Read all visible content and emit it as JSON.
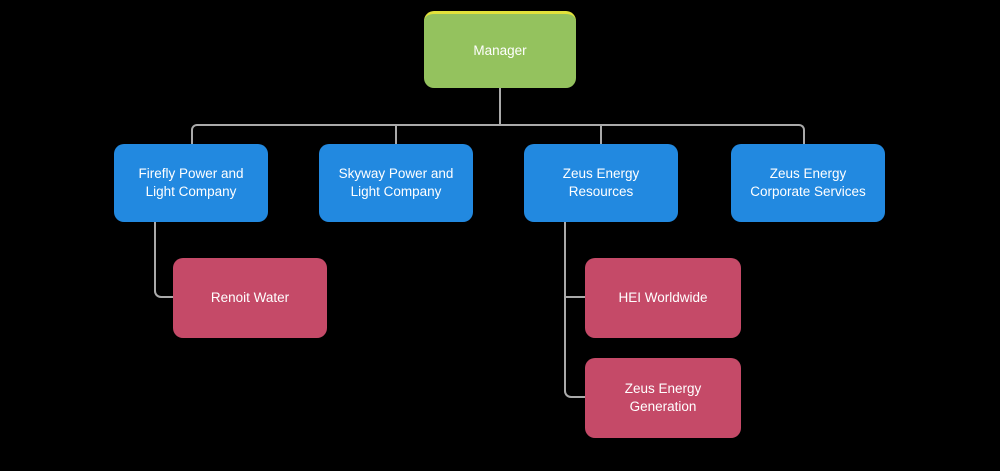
{
  "diagram": {
    "type": "org-chart",
    "background_color": "#000000",
    "connector_color": "#AAAAAA",
    "text_color": "#FFFFFF",
    "node_colors": {
      "root": "#94C25E",
      "root_highlight_top": "#E2E23C",
      "level2": "#2289E0",
      "level3": "#C54A68"
    }
  },
  "nodes": {
    "manager": {
      "label": "Manager",
      "level": 1,
      "parent": null
    },
    "firefly": {
      "label": "Firefly Power and Light Company",
      "level": 2,
      "parent": "Manager"
    },
    "skyway": {
      "label": "Skyway Power and Light Company",
      "level": 2,
      "parent": "Manager"
    },
    "zeus_resources": {
      "label": "Zeus Energy Resources",
      "level": 2,
      "parent": "Manager"
    },
    "zeus_corporate": {
      "label": "Zeus Energy Corporate Services",
      "level": 2,
      "parent": "Manager"
    },
    "renoit": {
      "label": "Renoit Water",
      "level": 3,
      "parent": "Firefly Power and Light Company"
    },
    "hei": {
      "label": "HEI Worldwide",
      "level": 3,
      "parent": "Zeus Energy Resources"
    },
    "zeus_generation": {
      "label": "Zeus Energy Generation",
      "level": 3,
      "parent": "Zeus Energy Resources"
    }
  }
}
